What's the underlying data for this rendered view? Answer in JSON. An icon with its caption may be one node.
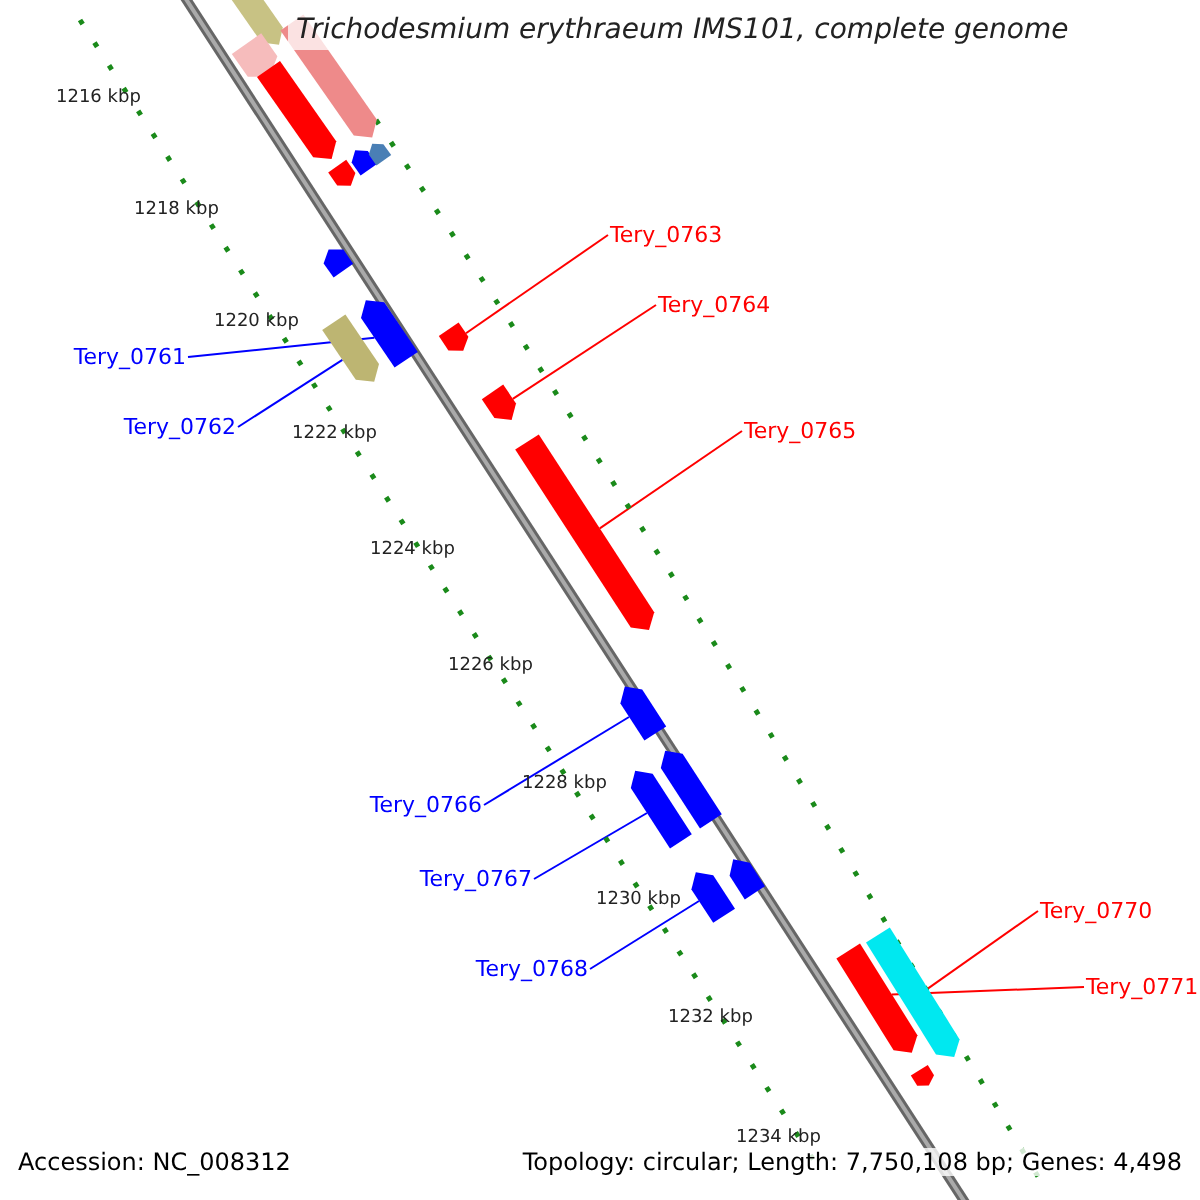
{
  "diagram": {
    "title": "Trichodesmium erythraeum IMS101, complete genome",
    "nodes": [
      {
        "text": [
          "Tery_0763"
        ]
      },
      {
        "text": [
          "Tery_0764"
        ]
      },
      {
        "text": [
          "Tery_0761"
        ]
      },
      {
        "text": [
          "Tery_0762"
        ]
      },
      {
        "text": [
          "Tery_0765"
        ]
      },
      {
        "text": [
          "Tery_0766"
        ]
      },
      {
        "text": [
          "Tery_0767"
        ]
      },
      {
        "text": [
          "Tery_0770"
        ]
      },
      {
        "text": [
          "Tery_0768"
        ]
      },
      {
        "text": [
          "Tery_0771"
        ]
      },
      {
        "text": [],
        "shape": "arrow"
      },
      {
        "text": [],
        "shape": "arrow"
      },
      {
        "text": [],
        "shape": "arrow"
      },
      {
        "text": [],
        "shape": "arrow"
      },
      {
        "text": [],
        "shape": "arrow"
      },
      {
        "text": [],
        "shape": "arrow"
      },
      {
        "text": [],
        "shape": "arrow"
      },
      {
        "text": [],
        "shape": "arrow"
      },
      {
        "text": [],
        "shape": "arrow"
      },
      {
        "text": [],
        "shape": "arrow"
      },
      {
        "text": [],
        "shape": "arrow"
      },
      {
        "text": [],
        "shape": "arrow"
      },
      {
        "text": [],
        "shape": "arrow"
      },
      {
        "text": [],
        "shape": "arrow"
      },
      {
        "text": [],
        "shape": "arrow"
      },
      {
        "text": [],
        "shape": "arrow"
      },
      {
        "text": [],
        "shape": "arrow"
      },
      {
        "text": [],
        "shape": "arrow"
      },
      {
        "text": [],
        "shape": "arrow"
      },
      {
        "text": [],
        "shape": "arrow"
      },
      {
        "text": [],
        "shape": "arrow"
      }
    ],
    "edges": [
      {
        "from": 0,
        "to": 10,
        "arrow": "none",
        "color": "#ff0000"
      },
      {
        "from": 1,
        "to": 11,
        "arrow": "none",
        "color": "#ff0000"
      },
      {
        "from": 2,
        "to": 12,
        "arrow": "none",
        "color": "#0000ff"
      },
      {
        "from": 3,
        "to": 13,
        "arrow": "none",
        "color": "#0000ff"
      },
      {
        "from": 4,
        "to": 14,
        "arrow": "none",
        "color": "#ff0000"
      },
      {
        "from": 5,
        "to": 15,
        "arrow": "none",
        "color": "#0000ff"
      },
      {
        "from": 6,
        "to": 16,
        "arrow": "none",
        "color": "#0000ff"
      },
      {
        "from": 7,
        "to": 17,
        "arrow": "none",
        "color": "#ff0000"
      },
      {
        "from": 8,
        "to": 18,
        "arrow": "none",
        "color": "#0000ff"
      },
      {
        "from": 9,
        "to": 19,
        "arrow": "none",
        "color": "#ff0000"
      }
    ],
    "labels": [
      "1216 kbp",
      "1218 kbp",
      "1220 kbp",
      "1222 kbp",
      "1224 kbp",
      "1226 kbp",
      "1228 kbp",
      "1230 kbp",
      "1232 kbp",
      "1234 kbp",
      "Accession: NC_008312",
      "Topology: circular; Length: 7,750,108 bp; Genes: 4,498"
    ]
  }
}
